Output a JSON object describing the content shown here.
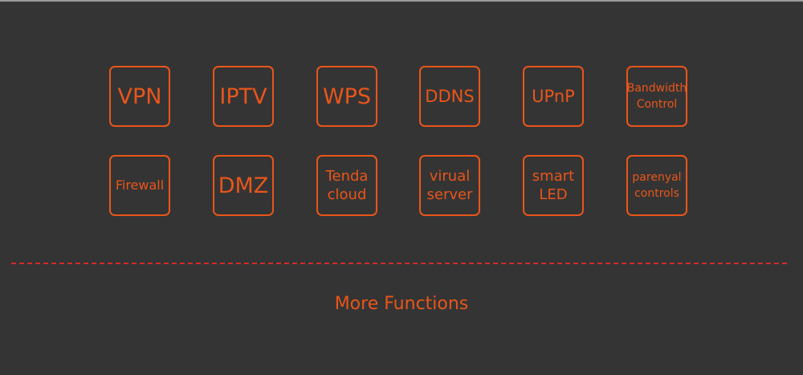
{
  "page": {
    "background": "#353434",
    "accent_color": "#e8561a",
    "divider_color": "#d42a2a"
  },
  "features": {
    "row1": [
      "VPN",
      "IPTV",
      "WPS",
      "DDNS",
      "UPnP",
      "Bandwidth\nControl"
    ],
    "row2": [
      "Firewall",
      "DMZ",
      "Tenda\ncloud",
      "virual\nserver",
      "smart\nLED",
      "parenyal\ncontrols"
    ]
  },
  "footer": {
    "title": "More Functions"
  }
}
